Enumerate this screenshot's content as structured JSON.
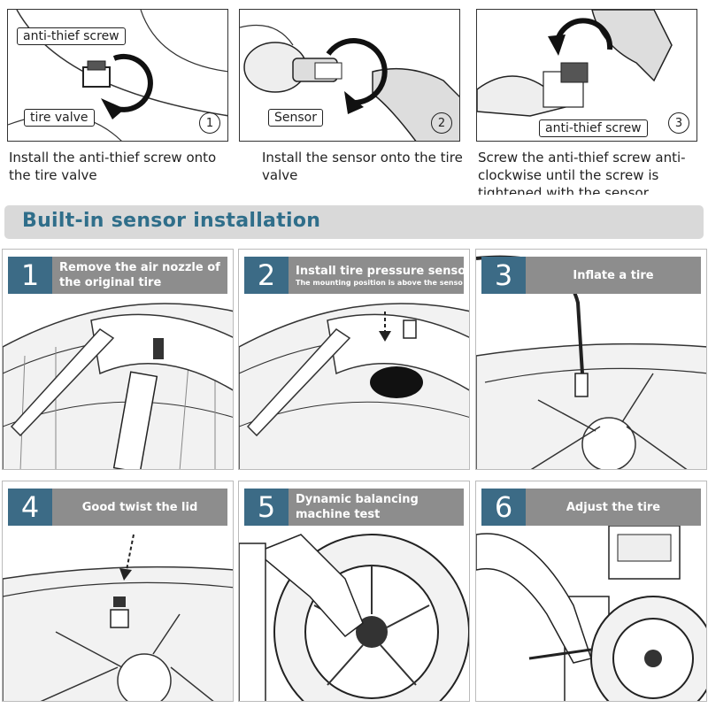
{
  "top_steps": [
    {
      "callouts": [
        "anti-thief screw",
        "tire valve"
      ],
      "number": "1",
      "caption": "Install the anti-thief screw onto the tire valve"
    },
    {
      "callouts": [
        "Sensor"
      ],
      "number": "2",
      "caption": "Install the sensor onto the tire valve"
    },
    {
      "callouts": [
        "anti-thief screw"
      ],
      "number": "3",
      "caption": "Screw the anti-thief screw anti-clockwise until the screw is tightened with the sensor"
    }
  ],
  "section_title": "Built-in sensor installation",
  "steps": [
    {
      "number": "1",
      "label": "Remove the air nozzle of the original tire",
      "sublabel": ""
    },
    {
      "number": "2",
      "label": "Install tire pressure sensor",
      "sublabel": "The mounting position is above the senso"
    },
    {
      "number": "3",
      "label": "Inflate a tire",
      "sublabel": ""
    },
    {
      "number": "4",
      "label": "Good twist the lid",
      "sublabel": ""
    },
    {
      "number": "5",
      "label": "Dynamic balancing machine test",
      "sublabel": ""
    },
    {
      "number": "6",
      "label": "Adjust the tire",
      "sublabel": ""
    }
  ]
}
